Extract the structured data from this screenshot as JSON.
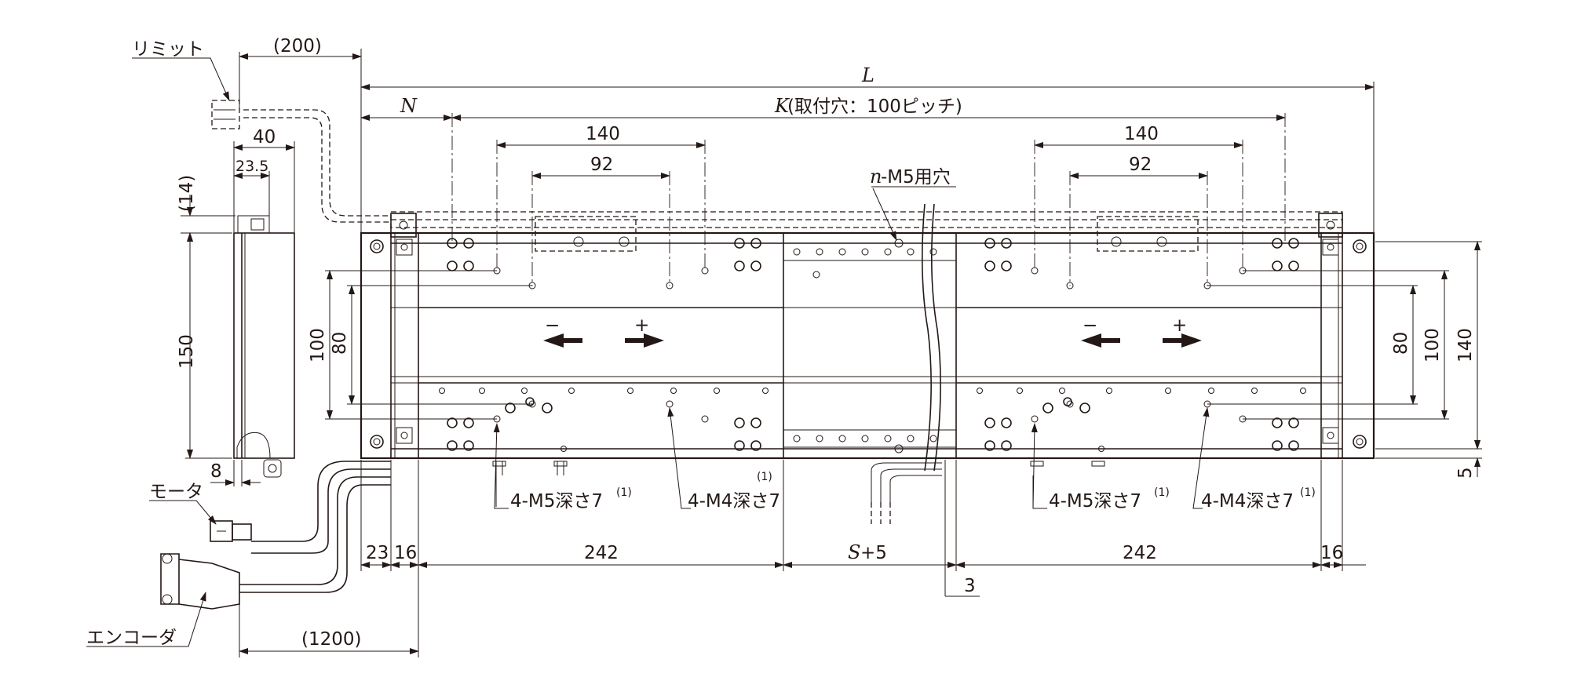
{
  "labels": {
    "limit": "リミット",
    "motor": "モータ",
    "encoder": "エンコーダ",
    "n_prefix": "n",
    "n_hole": "-M5用穴",
    "L": "L",
    "N": "N",
    "K": "K",
    "K_note": "(取付穴：100ピッチ)",
    "S": "S",
    "S_suffix": "+5",
    "m5_label": "4-M5深さ7",
    "m4_label": "4-M4深さ7",
    "note_ref": "(1)",
    "minus": "−",
    "plus": "+"
  },
  "dims": {
    "d200": "(200)",
    "d40": "40",
    "d23_5": "23.5",
    "d14": "(14)",
    "d150": "150",
    "d8": "8",
    "d1200": "(1200)",
    "d140": "140",
    "d92": "92",
    "d100": "100",
    "d80": "80",
    "d5": "5",
    "d23": "23",
    "d16": "16",
    "d242": "242",
    "d3": "3"
  }
}
